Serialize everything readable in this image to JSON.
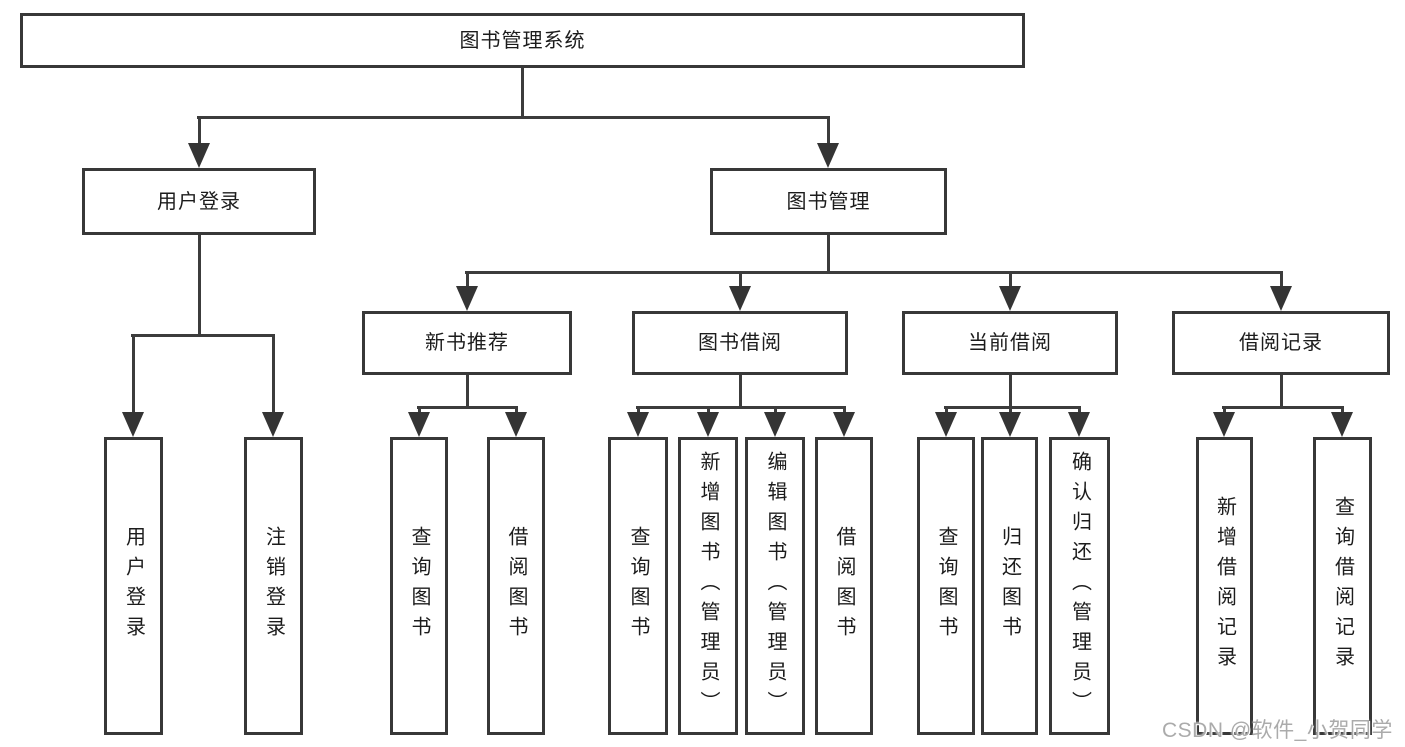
{
  "diagram": {
    "line_color": "#3c3c3c",
    "watermark": "CSDN @软件_小贺同学",
    "nodes": {
      "root": {
        "label": "图书管理系统"
      },
      "userLogin": {
        "label": "用户登录"
      },
      "bookManage": {
        "label": "图书管理"
      },
      "newBookRecommend": {
        "label": "新书推荐"
      },
      "bookBorrow": {
        "label": "图书借阅"
      },
      "currentBorrow": {
        "label": "当前借阅"
      },
      "borrowRecord": {
        "label": "借阅记录"
      },
      "leafUserLogin": {
        "label": "用户登录"
      },
      "leafLogout": {
        "label": "注销登录"
      },
      "leafQueryBook1": {
        "label": "查询图书"
      },
      "leafBorrowBook1": {
        "label": "借阅图书"
      },
      "leafQueryBook2": {
        "label": "查询图书"
      },
      "leafAddBook": {
        "label": "新增图书（管理员）"
      },
      "leafEditBook": {
        "label": "编辑图书（管理员）"
      },
      "leafBorrowBook2": {
        "label": "借阅图书"
      },
      "leafQueryBook3": {
        "label": "查询图书"
      },
      "leafReturnBook": {
        "label": "归还图书"
      },
      "leafConfirmReturn": {
        "label": "确认归还（管理员）"
      },
      "leafAddBorrowRecord": {
        "label": "新增借阅记录"
      },
      "leafQueryBorrowRecord": {
        "label": "查询借阅记录"
      }
    }
  }
}
